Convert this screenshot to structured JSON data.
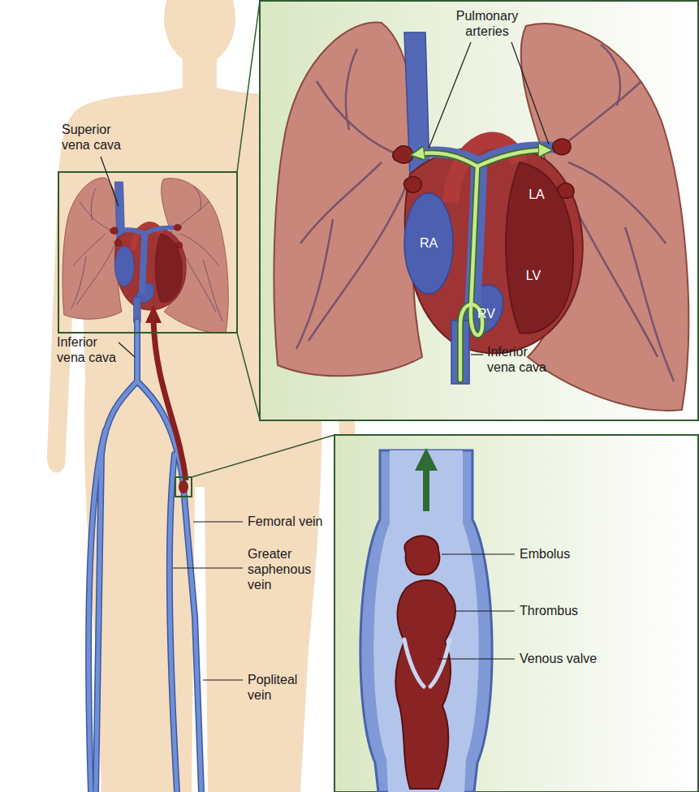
{
  "diagram": {
    "labels": [
      "Superior vena cava",
      "Pulmonary arteries",
      "LA",
      "RA",
      "LV",
      "RV",
      "Inferior vena cava",
      "Inferior vena cava",
      "Femoral vein",
      "Embolus",
      "Greater saphenous vein",
      "Thrombus",
      "Venous valve",
      "Popliteal vein"
    ]
  }
}
